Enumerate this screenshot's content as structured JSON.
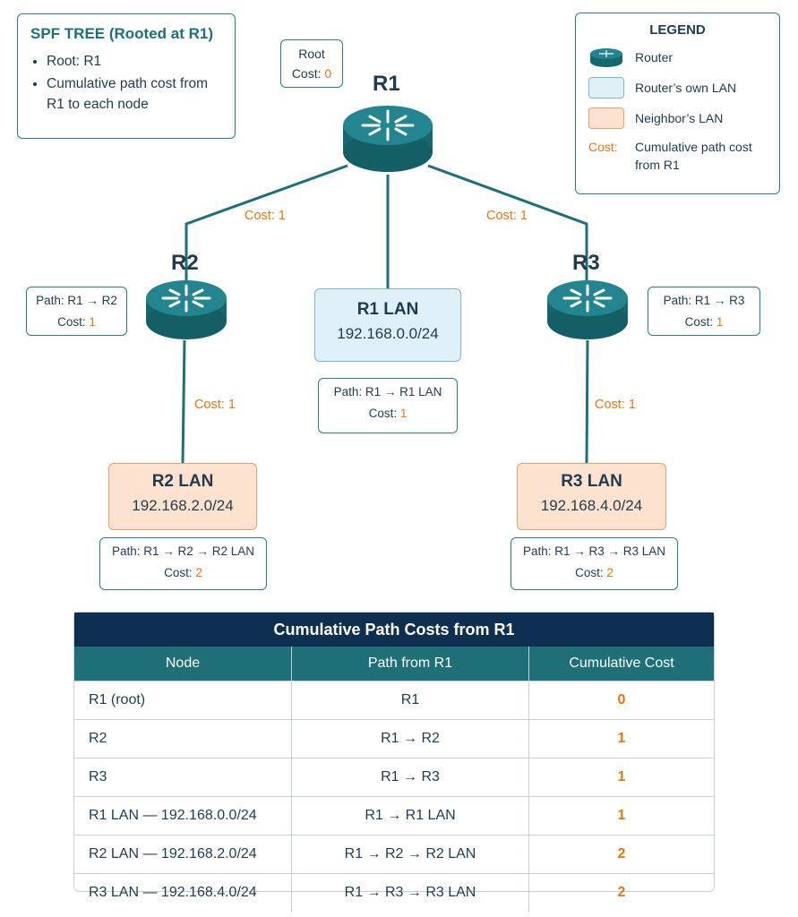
{
  "summary": {
    "title": "SPF TREE (Rooted at R1)",
    "bullets": [
      "Root: R1",
      "Cumulative path cost from R1 to each node"
    ]
  },
  "root_box": {
    "line1": "Root",
    "cost_label": "Cost:",
    "cost_value": "0"
  },
  "legend": {
    "title": "LEGEND",
    "router": "Router",
    "own_lan": "Router’s own LAN",
    "neighbor_lan": "Neighbor’s LAN",
    "cost_key": "Cost:",
    "cost_desc": "Cumulative path cost from R1"
  },
  "routers": {
    "r1": "R1",
    "r2": "R2",
    "r3": "R3"
  },
  "edge_costs": {
    "r1_r2": "Cost: 1",
    "r1_r3": "Cost: 1",
    "r2_lan": "Cost: 1",
    "r3_lan": "Cost: 1"
  },
  "lans": {
    "r1": {
      "name": "R1 LAN",
      "net": "192.168.0.0/24"
    },
    "r2": {
      "name": "R2 LAN",
      "net": "192.168.2.0/24"
    },
    "r3": {
      "name": "R3 LAN",
      "net": "192.168.4.0/24"
    }
  },
  "paths": {
    "r2": {
      "path": "Path: R1 → R2",
      "cost_label": "Cost:",
      "cost": "1"
    },
    "r3": {
      "path": "Path: R1 → R3",
      "cost_label": "Cost:",
      "cost": "1"
    },
    "r1_lan": {
      "path": "Path: R1 → R1 LAN",
      "cost_label": "Cost:",
      "cost": "1"
    },
    "r2_lan": {
      "path": "Path: R1 → R2 → R2 LAN",
      "cost_label": "Cost:",
      "cost": "2"
    },
    "r3_lan": {
      "path": "Path: R1 → R3 → R3 LAN",
      "cost_label": "Cost:",
      "cost": "2"
    }
  },
  "table": {
    "title": "Cumulative Path Costs from R1",
    "headers": [
      "Node",
      "Path from R1",
      "Cumulative Cost"
    ],
    "rows": [
      [
        "R1 (root)",
        "R1",
        "0"
      ],
      [
        "R2",
        "R1 → R2",
        "1"
      ],
      [
        "R3",
        "R1 → R3",
        "1"
      ],
      [
        "R1 LAN — 192.168.0.0/24",
        "R1 → R1 LAN",
        "1"
      ],
      [
        "R2 LAN — 192.168.2.0/24",
        "R1 → R2 → R2 LAN",
        "2"
      ],
      [
        "R3 LAN — 192.168.4.0/24",
        "R1 → R3 → R3 LAN",
        "2"
      ]
    ]
  },
  "colors": {
    "teal": "#1f6f78",
    "navy": "#0e2f4f",
    "orange": "#e2761b",
    "own_lan": "#dff0f8",
    "neighbor_lan": "#fde3cf"
  }
}
